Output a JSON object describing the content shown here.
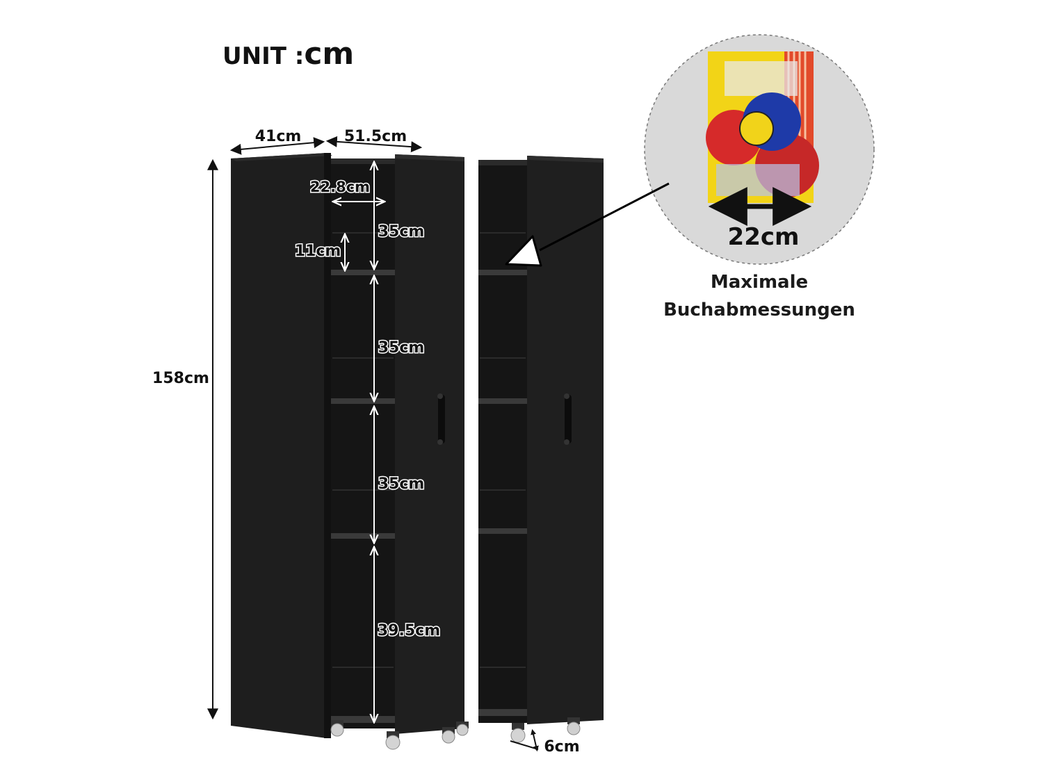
{
  "unit": {
    "prefix": "UNIT :",
    "value": "cm"
  },
  "dimensions": {
    "depth_outer": "41cm",
    "depth_inner": "51.5cm",
    "shelf_depth": "22.8cm",
    "small_gap": "11cm",
    "height_total": "158cm",
    "shelf_1": "35cm",
    "shelf_2": "35cm",
    "shelf_3": "35cm",
    "shelf_4": "39.5cm",
    "wheel_height": "6cm"
  },
  "book": {
    "width_label": "22cm"
  },
  "caption": {
    "line1": "Maximale",
    "line2": "Buchabmessungen"
  },
  "colors": {
    "cabinet": "#1c1c1c",
    "cabinet_edge": "#2e2e2e",
    "zoom_bg": "#d9d9d9",
    "arrow": "#000000"
  }
}
